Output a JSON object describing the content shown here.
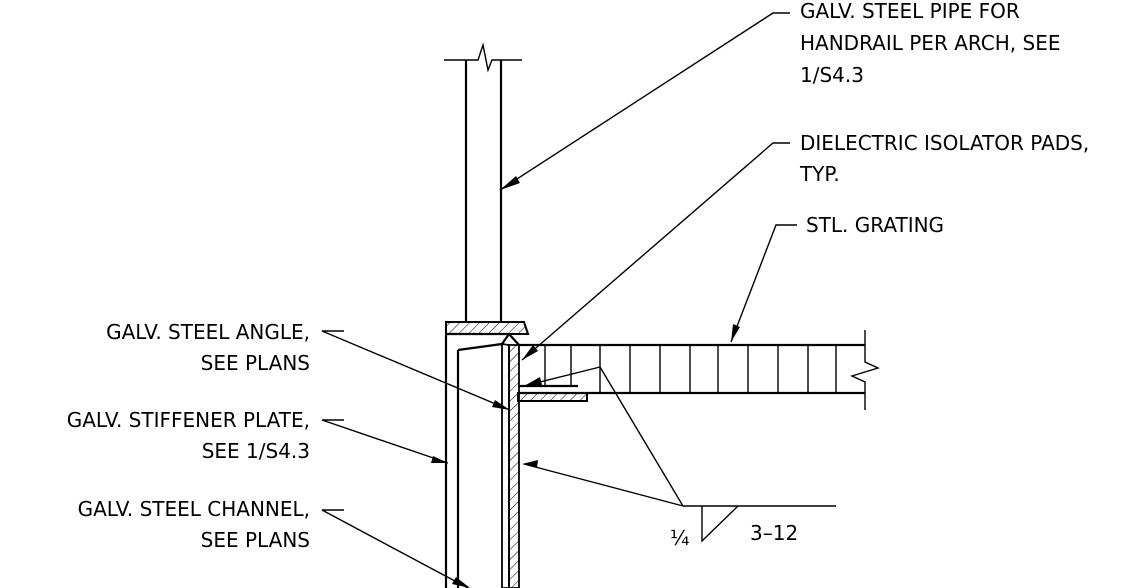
{
  "labels": {
    "handrail_pipe": [
      "GALV. STEEL PIPE FOR",
      "HANDRAIL PER ARCH, SEE",
      "1/S4.3"
    ],
    "isolator_pads": [
      "DIELECTRIC ISOLATOR PADS,",
      "TYP."
    ],
    "grating": [
      "STL. GRATING"
    ],
    "angle": [
      "GALV. STEEL ANGLE,",
      "SEE PLANS"
    ],
    "stiffener_plate": [
      "GALV. STIFFENER PLATE,",
      "SEE 1/S4.3"
    ],
    "channel": [
      "GALV. STEEL CHANNEL,",
      "SEE PLANS"
    ]
  },
  "weld": {
    "size": "¼",
    "length_pitch": "3–12"
  }
}
